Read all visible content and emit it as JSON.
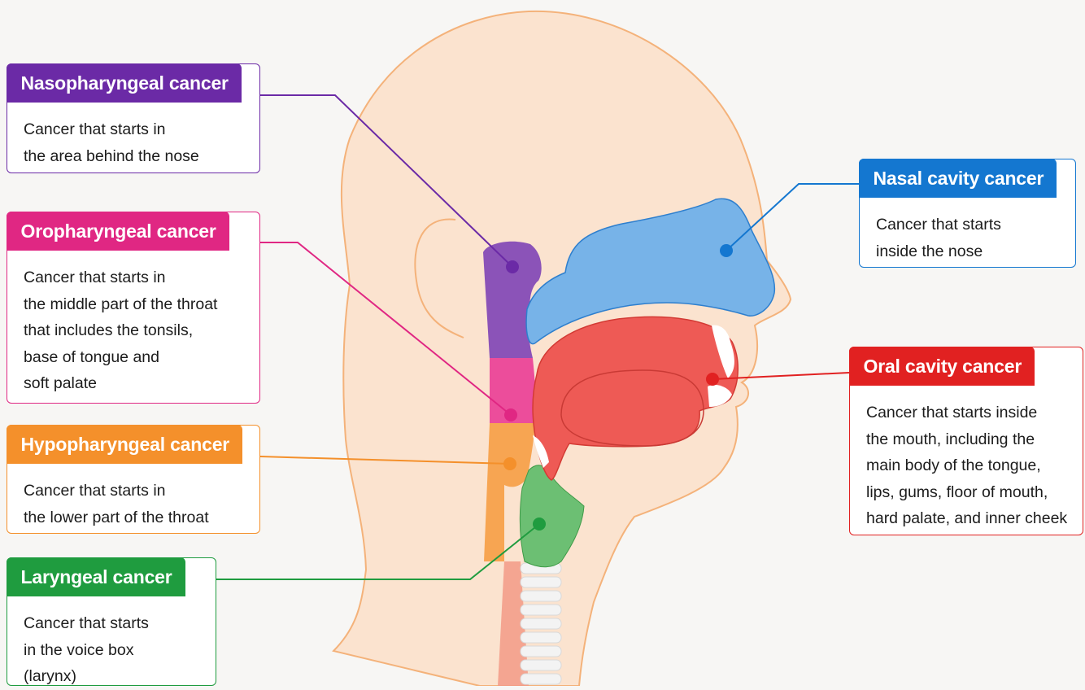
{
  "regions": [
    {
      "key": "nasopharyngeal",
      "title": "Nasopharyngeal cancer",
      "description": "Cancer that starts in\nthe area behind the nose",
      "color": "#6b2aa6"
    },
    {
      "key": "oropharyngeal",
      "title": "Oropharyngeal cancer",
      "description": "Cancer that starts in\nthe middle part of the throat\nthat includes the tonsils,\nbase of tongue and\nsoft palate",
      "color": "#e02783"
    },
    {
      "key": "hypopharyngeal",
      "title": "Hypopharyngeal cancer",
      "description": "Cancer that starts in\nthe lower part of the throat",
      "color": "#f4902b"
    },
    {
      "key": "laryngeal",
      "title": "Laryngeal cancer",
      "description": "Cancer that starts\nin the voice box\n(larynx)",
      "color": "#1f9c3f"
    },
    {
      "key": "nasal",
      "title": "Nasal cavity cancer",
      "description": "Cancer that starts\ninside the nose",
      "color": "#1477d0"
    },
    {
      "key": "oral",
      "title": "Oral cavity cancer",
      "description": "Cancer that starts inside\nthe mouth, including the\nmain body of the tongue,\nlips, gums, floor of mouth,\nhard palate, and inner cheek",
      "color": "#e12121"
    }
  ],
  "colors": {
    "skin": "#fbe3cf",
    "outline": "#f4b27a",
    "background": "#f7f6f4",
    "nasal_fill": "#77b3e8",
    "oral_fill": "#ee5a55",
    "naso_fill": "#8b53b8",
    "oro_fill": "#ec4d9b",
    "hypo_fill": "#f7a552",
    "larynx_fill": "#6cbf73",
    "trachea": "#f3f3f3"
  }
}
